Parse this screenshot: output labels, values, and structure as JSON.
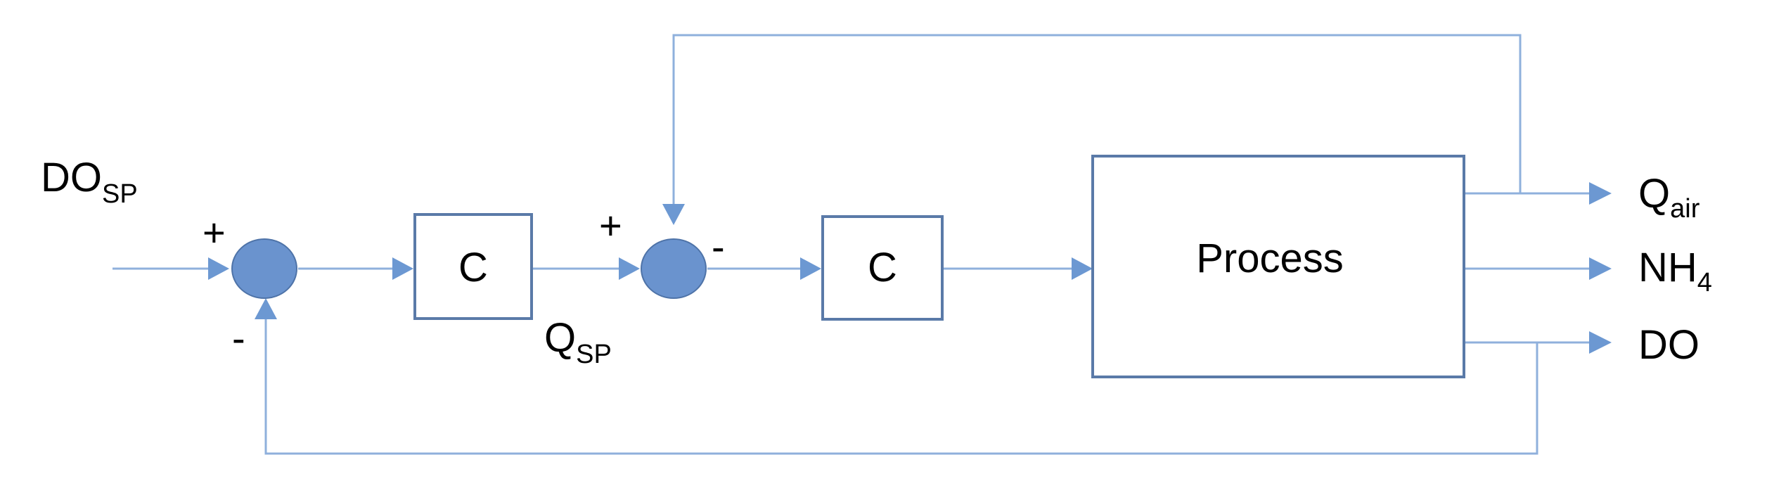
{
  "inputs": {
    "do_setpoint": {
      "main": "DO",
      "sub": "SP"
    }
  },
  "intermediate": {
    "q_setpoint": {
      "main": "Q",
      "sub": "SP"
    }
  },
  "summing_junctions": [
    {
      "plus": "+",
      "minus": "-"
    },
    {
      "plus": "+",
      "minus": "-"
    }
  ],
  "blocks": {
    "controller_outer": "C",
    "controller_inner": "C",
    "process": "Process"
  },
  "outputs": {
    "q_air": {
      "main": "Q",
      "sub": "air"
    },
    "nh4": {
      "main": "NH",
      "sub": "4"
    },
    "do": {
      "main": "DO",
      "sub": ""
    }
  },
  "colors": {
    "wire": "#8FB0DC",
    "arrow": "#6C98D2",
    "junction_fill": "#6A93CE",
    "block_border": "#5A7AA8"
  }
}
